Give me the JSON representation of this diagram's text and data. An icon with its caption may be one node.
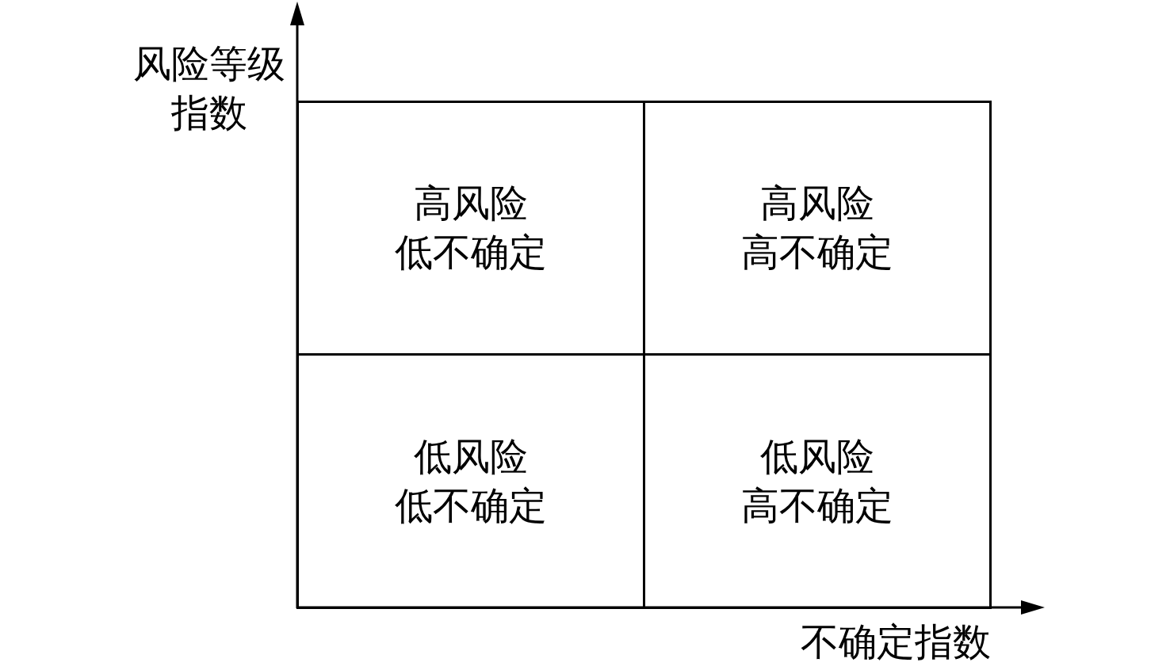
{
  "diagram": {
    "nodes": [
      {
        "text": [
          "高风险",
          "低不确定"
        ]
      },
      {
        "text": [
          "高风险",
          "高不确定"
        ]
      },
      {
        "text": [
          "低风险",
          "低不确定"
        ]
      },
      {
        "text": [
          "低风险",
          "高不确定"
        ]
      }
    ],
    "labels": [
      "风险等级指数",
      "不确定指数"
    ]
  }
}
